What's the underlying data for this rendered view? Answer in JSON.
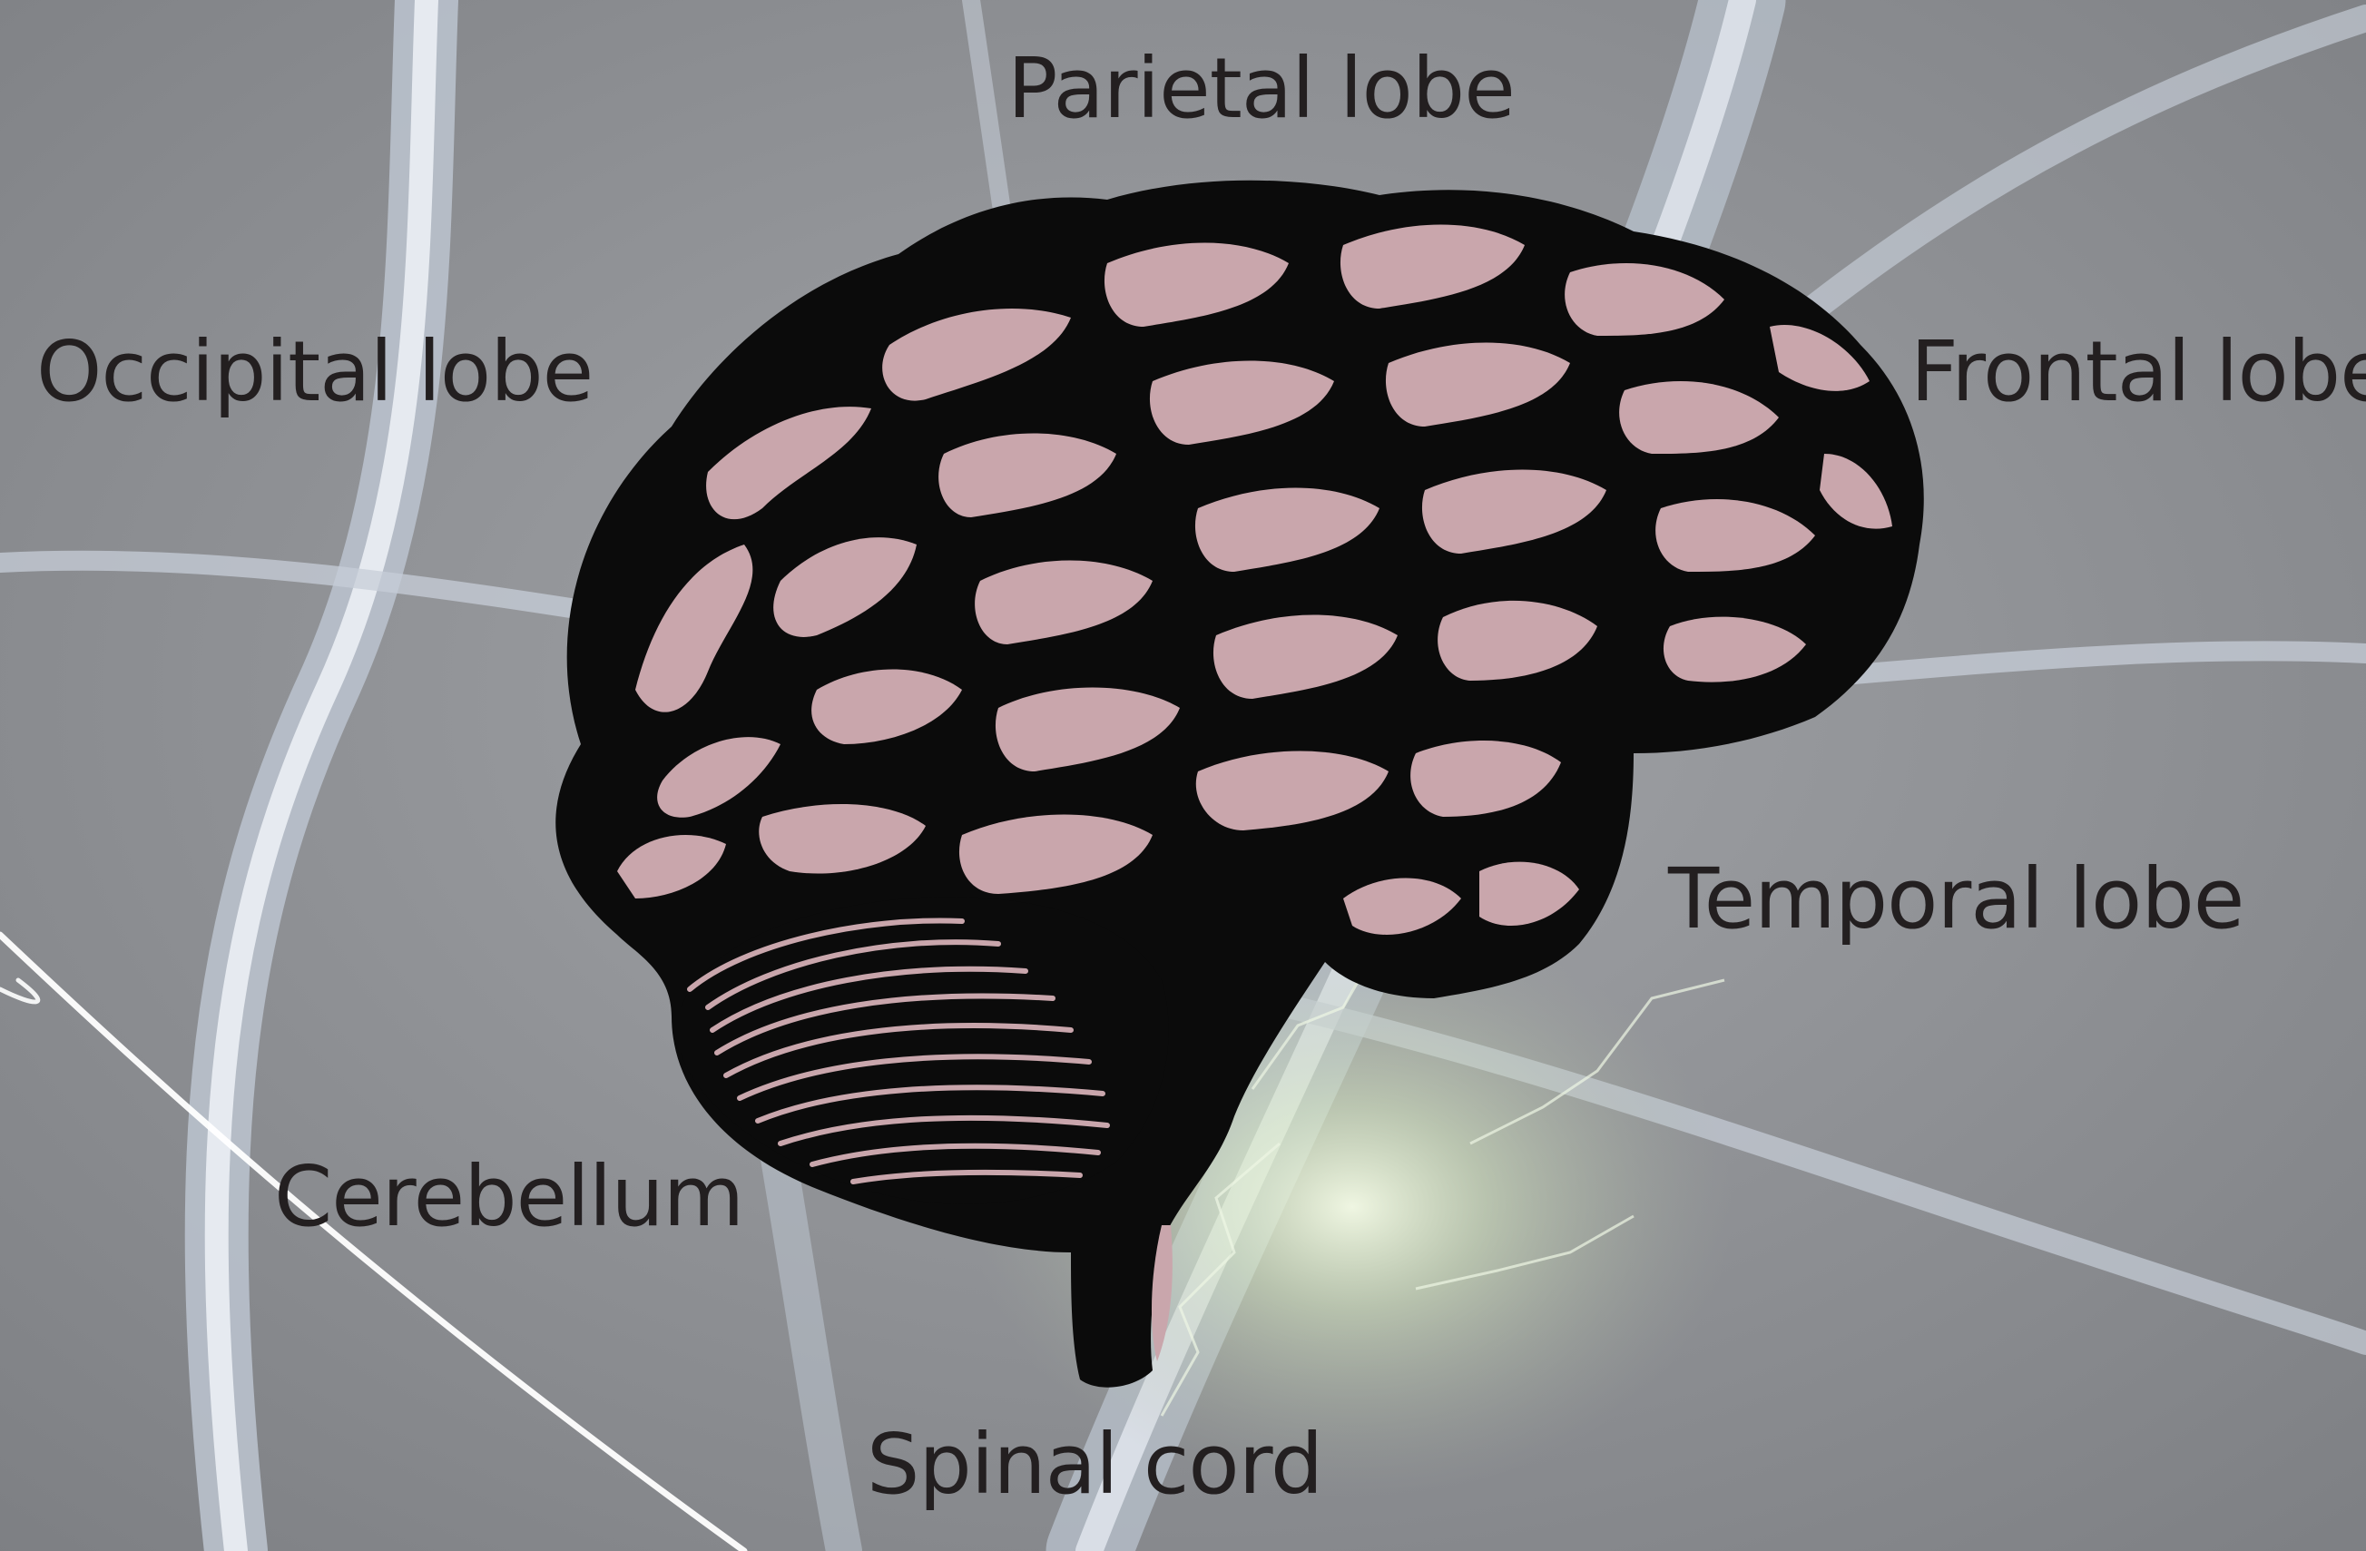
{
  "diagram": {
    "labels": {
      "parietal": "Parietal lobe",
      "occipital": "Occipital lobe",
      "frontal": "Frontal lobe",
      "temporal": "Temporal lobe",
      "cerebellum": "Cerebellum",
      "spinal": "Spinal cord"
    }
  },
  "colors": {
    "background": "#8e8f92",
    "brain_outline": "#0b0b0b",
    "gyri_fill": "#c9a6ac",
    "nerve_fiber": "#d6dbe3",
    "glow": "#eef8d8",
    "label_text": "#231f20"
  }
}
